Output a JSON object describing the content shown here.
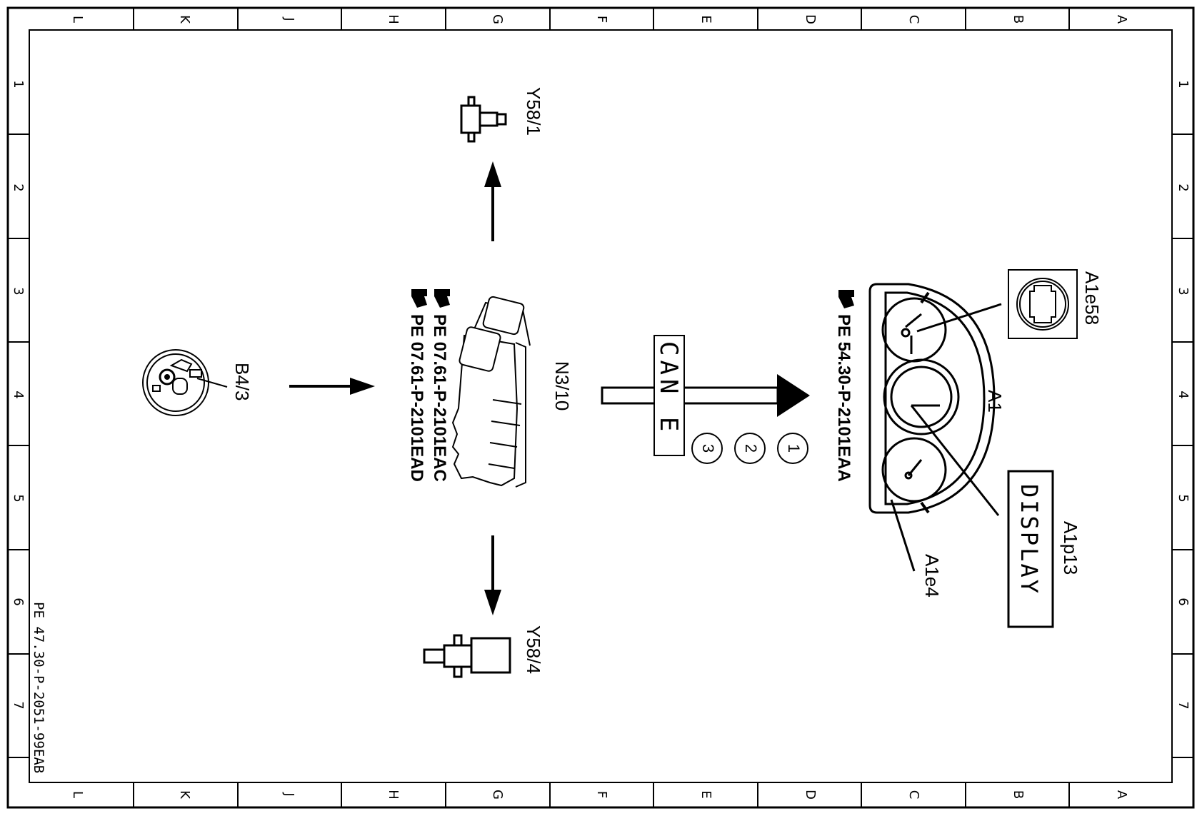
{
  "frame": {
    "columns": [
      "L",
      "K",
      "J",
      "H",
      "G",
      "F",
      "E",
      "D",
      "C",
      "B",
      "A"
    ],
    "rows": [
      "1",
      "2",
      "3",
      "4",
      "5",
      "6",
      "7"
    ]
  },
  "doc_ref": "PE 47.30-P-2051-99EAB",
  "components": {
    "sensor_label": "B4/3",
    "ecu_label": "N3/10",
    "valve_top_label": "Y58/1",
    "valve_bottom_label": "Y58/4",
    "cluster_label": "A1",
    "warning_lamp_label": "A1e58",
    "indicator_lamp_label": "A1e4",
    "display_label": "A1p13",
    "display_text": "DISPLAY"
  },
  "references": {
    "ecu_ref_1": "PE 07.61-P-2101EAC",
    "ecu_ref_2": "PE 07.61-P-2101EAD",
    "cluster_ref": "PE 54.30-P-2101EAA"
  },
  "bus": {
    "label": "CAN E",
    "steps": [
      "1",
      "2",
      "3"
    ]
  },
  "colors": {
    "ink": "#000000",
    "paper": "#ffffff"
  }
}
